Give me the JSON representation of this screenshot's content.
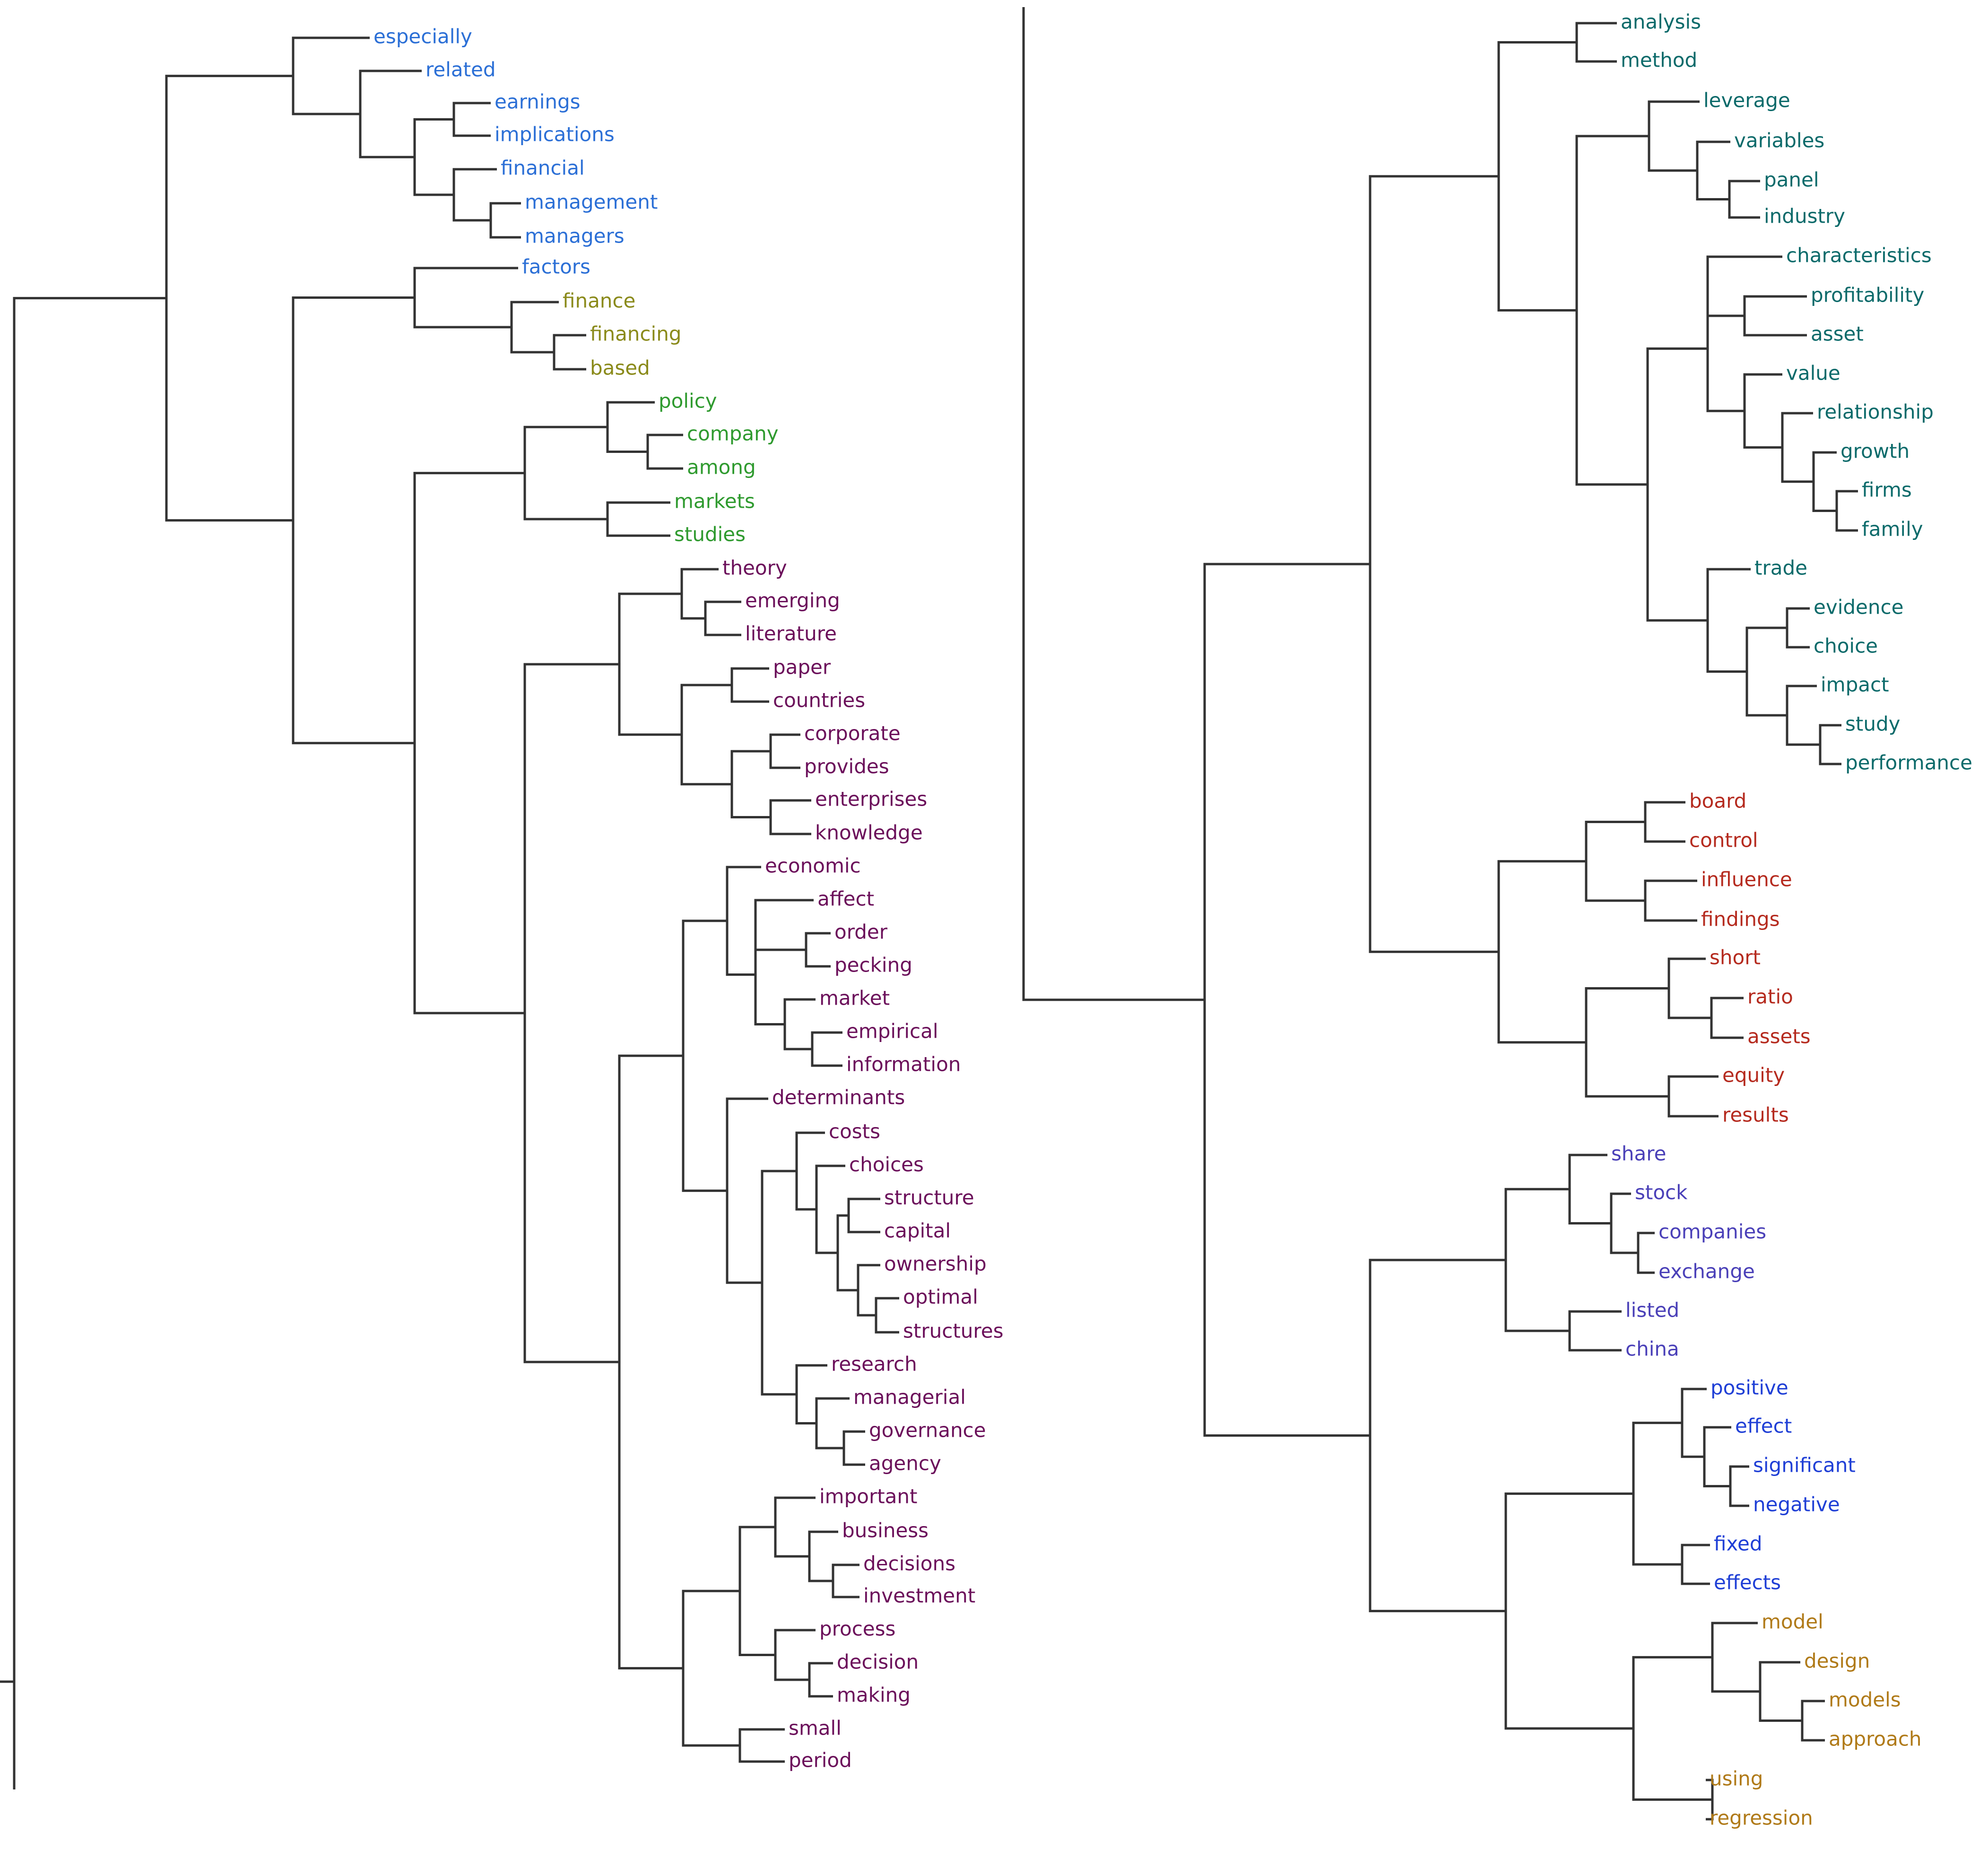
{
  "colors": {
    "link": "#333333",
    "blue": "#2b6fd6",
    "olive": "#8a8a1a",
    "green": "#2e9a2e",
    "purple": "#6b0f5a",
    "teal": "#0b6a6a",
    "red": "#b52a1e",
    "indigo": "#4a40b8",
    "brightblue": "#1f3fd6",
    "gold": "#b07a18"
  },
  "dendrogram": {
    "leaves": [
      {
        "label": "especially",
        "color": "blue"
      },
      {
        "label": "related",
        "color": "blue"
      },
      {
        "label": "earnings",
        "color": "blue"
      },
      {
        "label": "implications",
        "color": "blue"
      },
      {
        "label": "financial",
        "color": "blue"
      },
      {
        "label": "management",
        "color": "blue"
      },
      {
        "label": "managers",
        "color": "blue"
      },
      {
        "label": "factors",
        "color": "blue"
      },
      {
        "label": "finance",
        "color": "olive"
      },
      {
        "label": "financing",
        "color": "olive"
      },
      {
        "label": "based",
        "color": "olive"
      },
      {
        "label": "policy",
        "color": "green"
      },
      {
        "label": "company",
        "color": "green"
      },
      {
        "label": "among",
        "color": "green"
      },
      {
        "label": "markets",
        "color": "green"
      },
      {
        "label": "studies",
        "color": "green"
      },
      {
        "label": "theory",
        "color": "purple"
      },
      {
        "label": "emerging",
        "color": "purple"
      },
      {
        "label": "literature",
        "color": "purple"
      },
      {
        "label": "paper",
        "color": "purple"
      },
      {
        "label": "countries",
        "color": "purple"
      },
      {
        "label": "corporate",
        "color": "purple"
      },
      {
        "label": "provides",
        "color": "purple"
      },
      {
        "label": "enterprises",
        "color": "purple"
      },
      {
        "label": "knowledge",
        "color": "purple"
      },
      {
        "label": "economic",
        "color": "purple"
      },
      {
        "label": "affect",
        "color": "purple"
      },
      {
        "label": "order",
        "color": "purple"
      },
      {
        "label": "pecking",
        "color": "purple"
      },
      {
        "label": "market",
        "color": "purple"
      },
      {
        "label": "empirical",
        "color": "purple"
      },
      {
        "label": "information",
        "color": "purple"
      },
      {
        "label": "determinants",
        "color": "purple"
      },
      {
        "label": "costs",
        "color": "purple"
      },
      {
        "label": "choices",
        "color": "purple"
      },
      {
        "label": "structure",
        "color": "purple"
      },
      {
        "label": "capital",
        "color": "purple"
      },
      {
        "label": "ownership",
        "color": "purple"
      },
      {
        "label": "optimal",
        "color": "purple"
      },
      {
        "label": "structures",
        "color": "purple"
      },
      {
        "label": "research",
        "color": "purple"
      },
      {
        "label": "managerial",
        "color": "purple"
      },
      {
        "label": "governance",
        "color": "purple"
      },
      {
        "label": "agency",
        "color": "purple"
      },
      {
        "label": "important",
        "color": "purple"
      },
      {
        "label": "business",
        "color": "purple"
      },
      {
        "label": "decisions",
        "color": "purple"
      },
      {
        "label": "investment",
        "color": "purple"
      },
      {
        "label": "process",
        "color": "purple"
      },
      {
        "label": "decision",
        "color": "purple"
      },
      {
        "label": "making",
        "color": "purple"
      },
      {
        "label": "small",
        "color": "purple"
      },
      {
        "label": "period",
        "color": "purple"
      },
      {
        "label": "analysis",
        "color": "teal"
      },
      {
        "label": "method",
        "color": "teal"
      },
      {
        "label": "leverage",
        "color": "teal"
      },
      {
        "label": "variables",
        "color": "teal"
      },
      {
        "label": "panel",
        "color": "teal"
      },
      {
        "label": "industry",
        "color": "teal"
      },
      {
        "label": "characteristics",
        "color": "teal"
      },
      {
        "label": "profitability",
        "color": "teal"
      },
      {
        "label": "asset",
        "color": "teal"
      },
      {
        "label": "value",
        "color": "teal"
      },
      {
        "label": "relationship",
        "color": "teal"
      },
      {
        "label": "growth",
        "color": "teal"
      },
      {
        "label": "firms",
        "color": "teal"
      },
      {
        "label": "family",
        "color": "teal"
      },
      {
        "label": "trade",
        "color": "teal"
      },
      {
        "label": "evidence",
        "color": "teal"
      },
      {
        "label": "choice",
        "color": "teal"
      },
      {
        "label": "impact",
        "color": "teal"
      },
      {
        "label": "study",
        "color": "teal"
      },
      {
        "label": "performance",
        "color": "teal"
      },
      {
        "label": "board",
        "color": "red"
      },
      {
        "label": "control",
        "color": "red"
      },
      {
        "label": "influence",
        "color": "red"
      },
      {
        "label": "findings",
        "color": "red"
      },
      {
        "label": "short",
        "color": "red"
      },
      {
        "label": "ratio",
        "color": "red"
      },
      {
        "label": "assets",
        "color": "red"
      },
      {
        "label": "equity",
        "color": "red"
      },
      {
        "label": "results",
        "color": "red"
      },
      {
        "label": "share",
        "color": "indigo"
      },
      {
        "label": "stock",
        "color": "indigo"
      },
      {
        "label": "companies",
        "color": "indigo"
      },
      {
        "label": "exchange",
        "color": "indigo"
      },
      {
        "label": "listed",
        "color": "indigo"
      },
      {
        "label": "china",
        "color": "indigo"
      },
      {
        "label": "positive",
        "color": "brightblue"
      },
      {
        "label": "effect",
        "color": "brightblue"
      },
      {
        "label": "significant",
        "color": "brightblue"
      },
      {
        "label": "negative",
        "color": "brightblue"
      },
      {
        "label": "fixed",
        "color": "brightblue"
      },
      {
        "label": "effects",
        "color": "brightblue"
      },
      {
        "label": "model",
        "color": "gold"
      },
      {
        "label": "design",
        "color": "gold"
      },
      {
        "label": "models",
        "color": "gold"
      },
      {
        "label": "approach",
        "color": "gold"
      },
      {
        "label": "using",
        "color": "gold"
      },
      {
        "label": "regression",
        "color": "gold"
      }
    ]
  }
}
